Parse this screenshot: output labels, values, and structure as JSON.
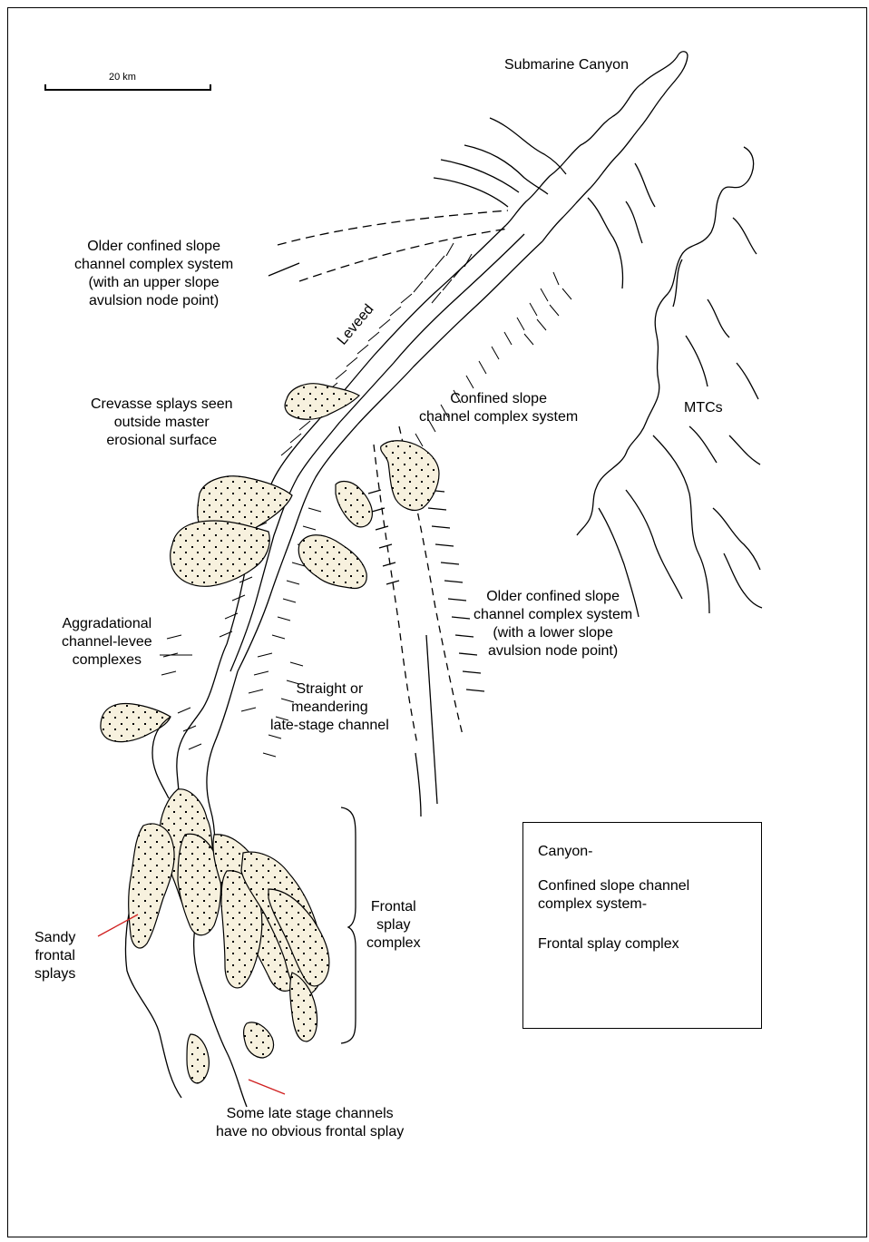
{
  "scale_bar": {
    "label": "20 km"
  },
  "labels": {
    "submarine_canyon": "Submarine Canyon",
    "older_upper": "Older confined slope\nchannel complex system\n(with an upper slope\navulsion node point)",
    "leveed": "Leveed",
    "crevasse": "Crevasse splays seen\noutside master\nerosional surface",
    "confined": "Confined slope\nchannel complex system",
    "mtcs": "MTCs",
    "older_lower": "Older confined slope\nchannel complex system\n(with a lower slope\navulsion node point)",
    "aggradational": "Aggradational\nchannel-levee\ncomplexes",
    "straight": "Straight or\nmeandering\nlate-stage channel",
    "frontal_splay_complex": "Frontal\nsplay\ncomplex",
    "sandy": "Sandy\nfrontal\nsplays",
    "late_stage": "Some late stage channels\nhave no obvious frontal splay"
  },
  "legend": {
    "items": [
      "Canyon-",
      "Confined slope channel\ncomplex system-",
      "Frontal splay complex"
    ]
  },
  "colors": {
    "sand_fill": "#f7f1de",
    "leader_line": "#d02020",
    "ink": "#000000"
  }
}
